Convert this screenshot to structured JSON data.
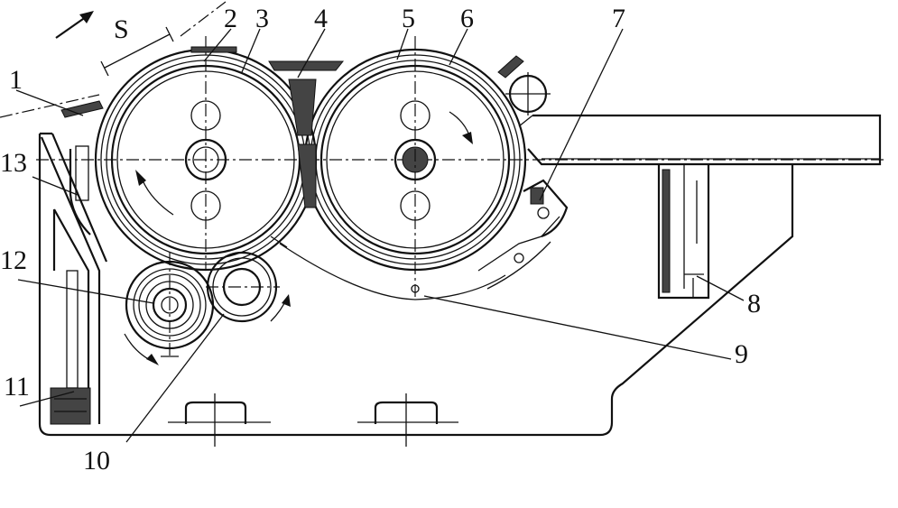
{
  "labels": {
    "l1": "1",
    "l2": "2",
    "l3": "3",
    "l4": "4",
    "l5": "5",
    "l6": "6",
    "l7": "7",
    "l8": "8",
    "l9": "9",
    "l10": "10",
    "l11": "11",
    "l12": "12",
    "l13": "13",
    "s": "S"
  }
}
